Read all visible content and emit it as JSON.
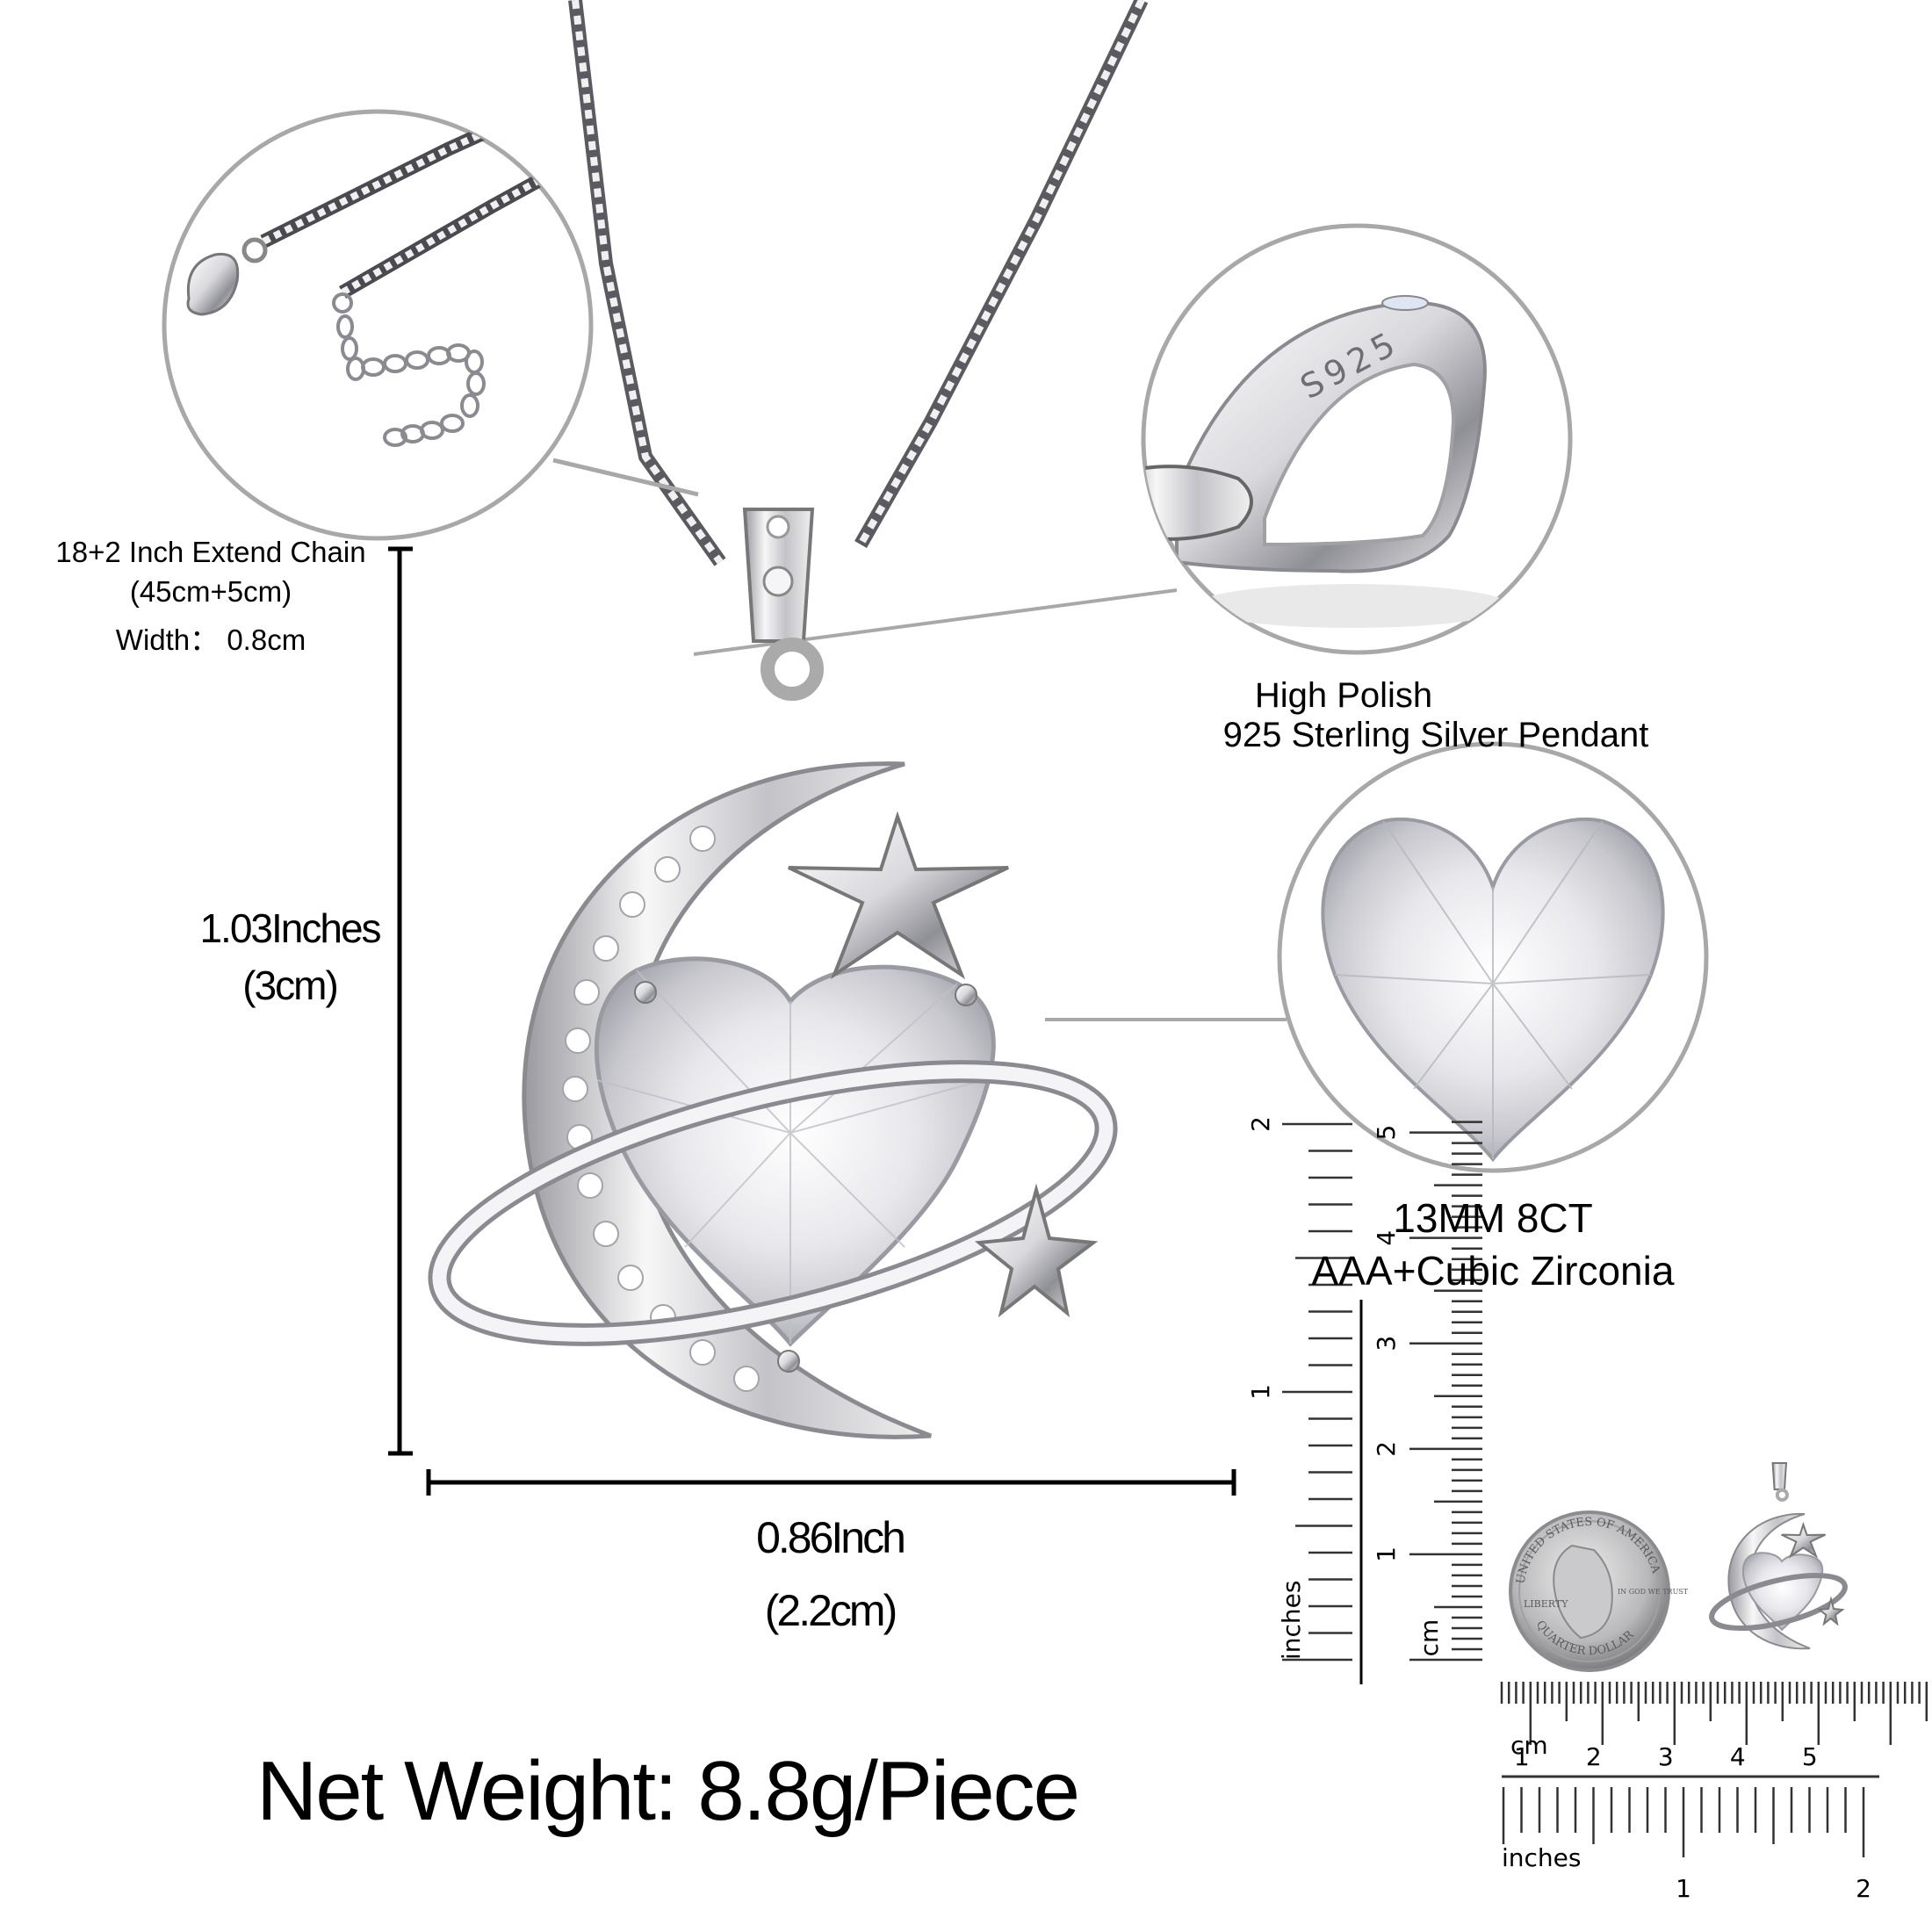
{
  "product": {
    "type": "Heart moon and stars pendant necklace",
    "material_callout": {
      "line1": "High Polish",
      "line2": "925 Sterling Silver Pendant",
      "stamp": "S925"
    },
    "chain_callout": {
      "line1": "18+2 Inch Extend Chain",
      "line2": "(45cm+5cm)",
      "line3": "Width： 0.8cm"
    },
    "stone_callout": {
      "line1": "13MM 8CT",
      "line2": "AAA+Cubic Zirconia"
    },
    "height": {
      "line1": "1.03Inches",
      "line2": "(3cm)"
    },
    "width": {
      "line1": "0.86Inch",
      "line2": "(2.2cm)"
    },
    "net_weight": "Net Weight: 8.8g/Piece"
  },
  "size_reference": {
    "vertical_ruler": {
      "inches_label": "inches",
      "inches_ticks": [
        "1",
        "2"
      ],
      "cm_label": "cm",
      "cm_ticks": [
        "1",
        "2",
        "3",
        "4",
        "5"
      ]
    },
    "horizontal_ruler": {
      "cm_label": "cm",
      "cm_ticks": [
        "1",
        "2",
        "3",
        "4",
        "5"
      ],
      "inches_label": "inches",
      "inches_ticks": [
        "1",
        "2"
      ]
    },
    "coin": {
      "top_text": "UNITED STATES OF AMERICA",
      "left_text": "LIBERTY",
      "motto": "IN GOD WE TRUST",
      "bottom_text": "QUARTER DOLLAR"
    }
  },
  "colors": {
    "callout_ring": "#a8a8a8",
    "silver_light": "#f2f2f2",
    "silver_mid": "#c8c8cc",
    "silver_dark": "#6e6e74",
    "text": "#000000"
  }
}
